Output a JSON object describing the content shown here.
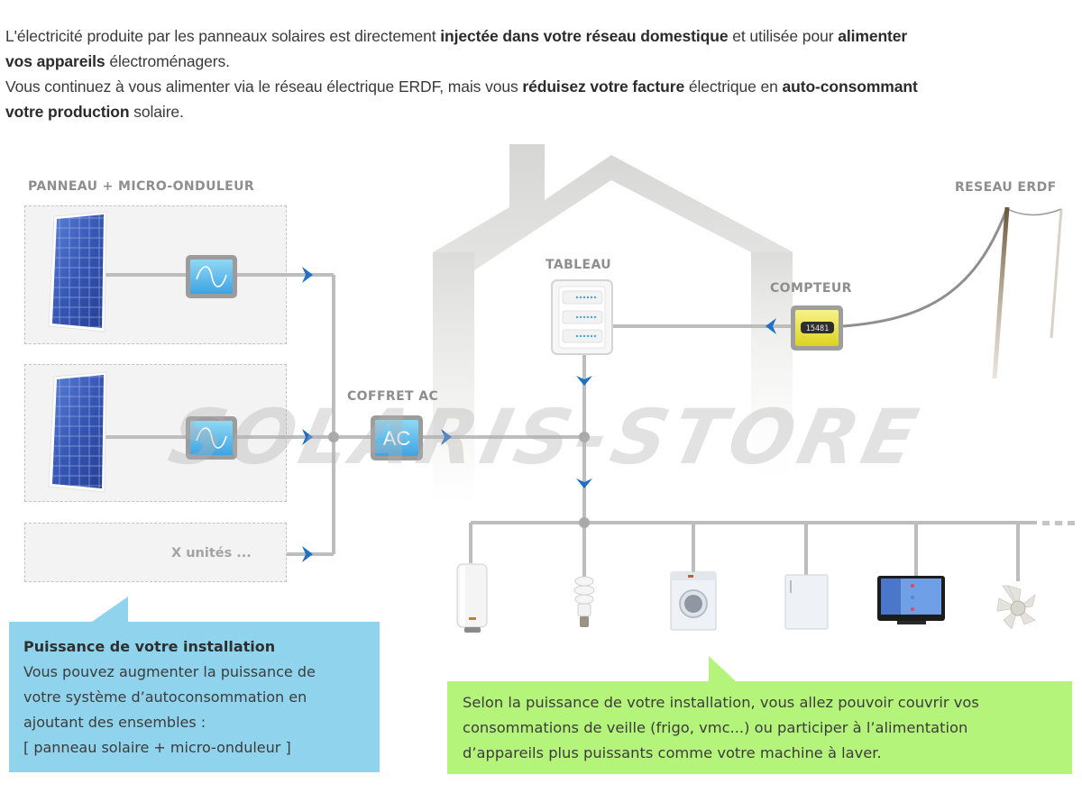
{
  "intro": {
    "paragraph1": {
      "line1": [
        {
          "text": "L'électricité produite par les panneaux solaires est directement ",
          "bold": false
        },
        {
          "text": "injectée dans votre réseau domestique",
          "bold": true
        },
        {
          "text": " et utilisée pour ",
          "bold": false
        },
        {
          "text": "alimenter",
          "bold": true
        }
      ],
      "line2": [
        {
          "text": "vos appareils",
          "bold": true
        },
        {
          "text": " électroménagers.",
          "bold": false
        }
      ]
    },
    "paragraph2": {
      "line1": [
        {
          "text": "Vous continuez à vous alimenter via le réseau électrique ERDF, mais vous ",
          "bold": false
        },
        {
          "text": "réduisez votre facture",
          "bold": true
        },
        {
          "text": " électrique en ",
          "bold": false
        },
        {
          "text": "auto-consommant",
          "bold": true
        }
      ],
      "line2": [
        {
          "text": "votre production",
          "bold": true
        },
        {
          "text": " solaire.",
          "bold": false
        }
      ]
    }
  },
  "labels": {
    "panel_group": "PANNEAU + MICRO-ONDULEUR",
    "coffret": "COFFRET AC",
    "tableau": "TABLEAU",
    "compteur": "COMPTEUR",
    "reseau": "RESEAU ERDF",
    "x_units": "X unités ...",
    "ac_box": "AC",
    "meter_reading": "15481"
  },
  "watermark": "SOLARIS-STORE",
  "appliances": [
    {
      "name": "chauffe-eau",
      "icon": "water-heater-icon"
    },
    {
      "name": "ampoule",
      "icon": "light-bulb-icon"
    },
    {
      "name": "lave-linge",
      "icon": "washing-machine-icon"
    },
    {
      "name": "frigo",
      "icon": "fridge-icon"
    },
    {
      "name": "télévision",
      "icon": "tv-icon"
    },
    {
      "name": "vmc",
      "icon": "fan-icon"
    }
  ],
  "info_blue": {
    "title": "Puissance de votre installation",
    "lines": [
      "Vous pouvez augmenter la puissance de",
      "votre système d’autoconsommation en",
      "ajoutant des ensembles :",
      "[ panneau solaire + micro-onduleur ]"
    ]
  },
  "info_green": {
    "lines": [
      "Selon la puissance de votre installation, vous allez pouvoir couvrir vos",
      "consommations de veille (frigo, vmc...) ou participer à l’alimentation",
      "d’appareils plus puissants comme votre machine à laver."
    ]
  },
  "colors": {
    "wire": "#bdbdbd",
    "arrow": "#1f6fc4",
    "house": "#d9d9d7",
    "blue_bubble": "#8fd4ec",
    "green_bubble": "#b4f47a",
    "meter_yellow": "#e9e33a",
    "inverter_blue": "#5cb8ea"
  }
}
